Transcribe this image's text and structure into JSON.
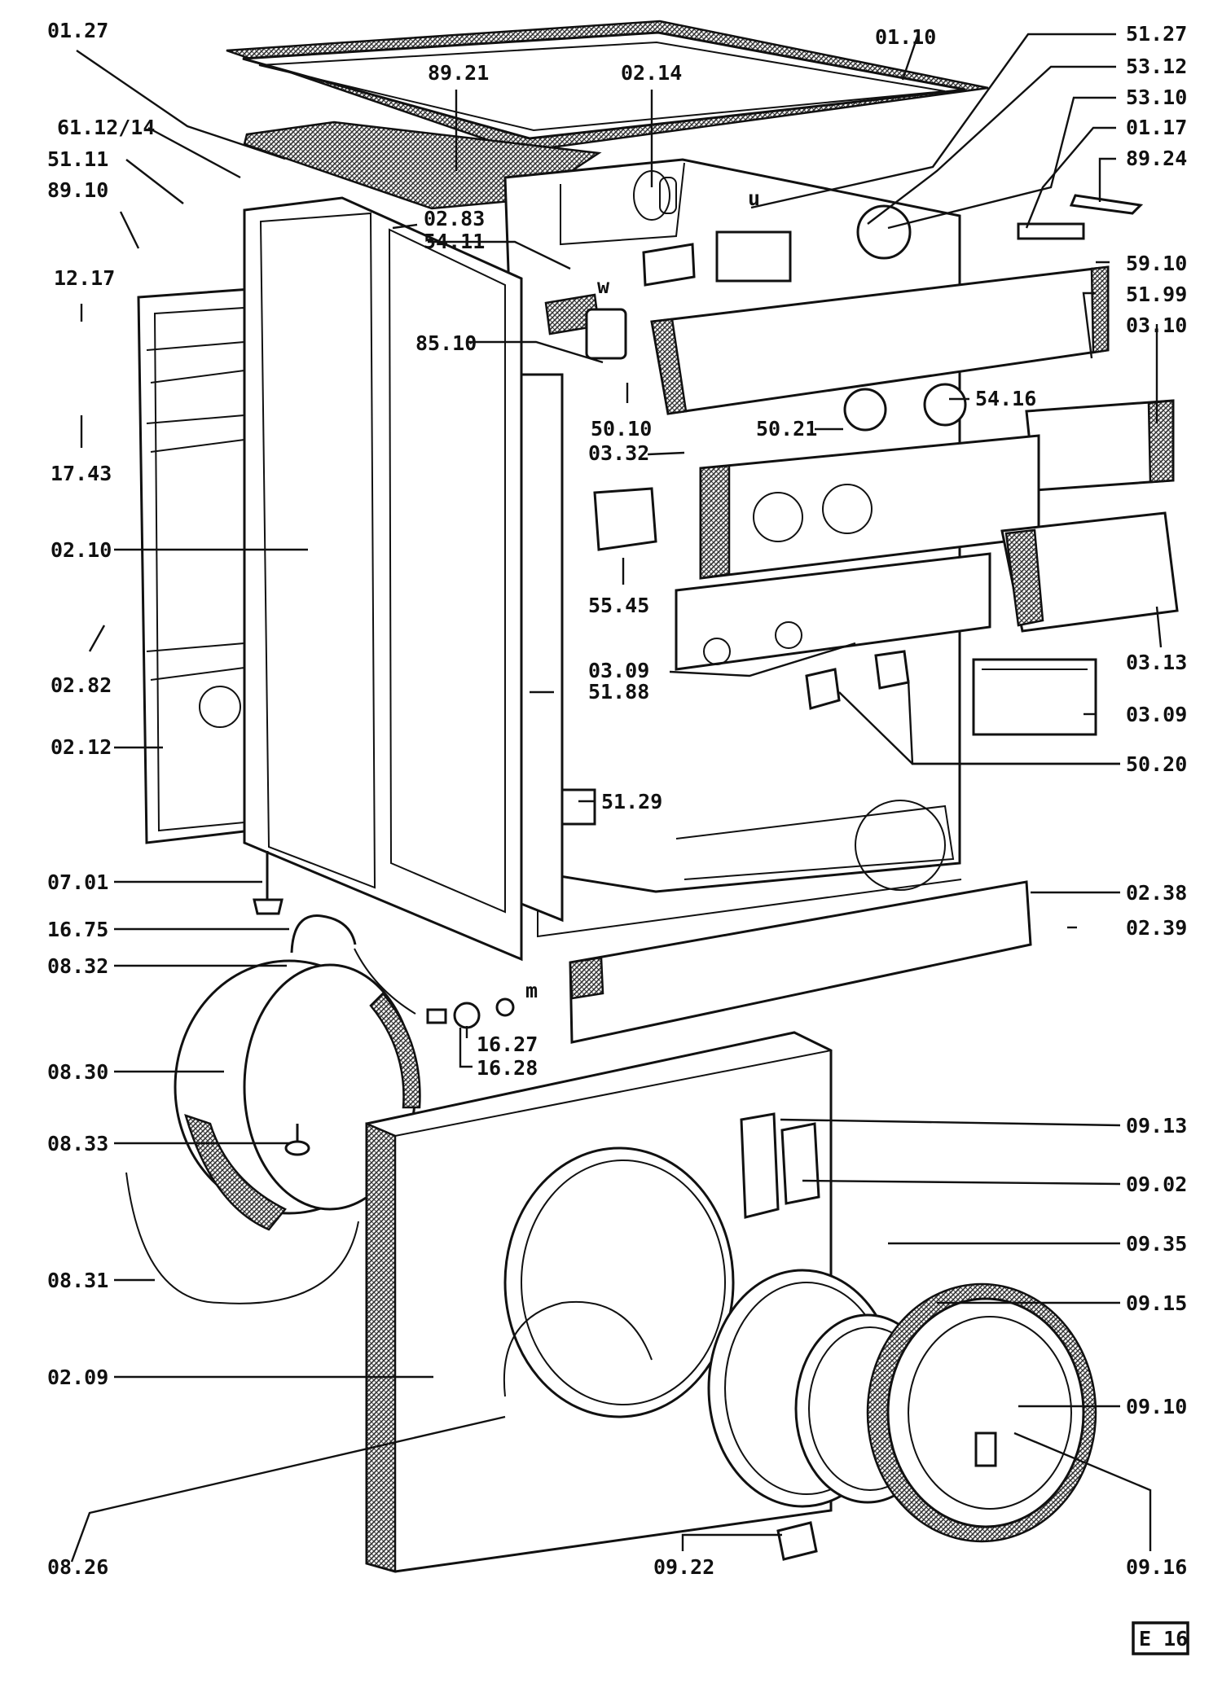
{
  "callouts": [
    {
      "id": "01.27"
    },
    {
      "id": "01.10"
    },
    {
      "id": "89.21"
    },
    {
      "id": "02.14"
    },
    {
      "id": "51.27"
    },
    {
      "id": "53.12"
    },
    {
      "id": "53.10"
    },
    {
      "id": "01.17"
    },
    {
      "id": "89.24"
    },
    {
      "id": "61.12/14"
    },
    {
      "id": "51.11"
    },
    {
      "id": "89.10"
    },
    {
      "id": "02.83"
    },
    {
      "id": "54.11"
    },
    {
      "id": "12.17"
    },
    {
      "id": "59.10"
    },
    {
      "id": "51.99"
    },
    {
      "id": "03.10"
    },
    {
      "id": "85.10"
    },
    {
      "id": "54.16"
    },
    {
      "id": "50.10"
    },
    {
      "id": "50.21"
    },
    {
      "id": "17.43"
    },
    {
      "id": "03.32"
    },
    {
      "id": "02.10"
    },
    {
      "id": "55.45"
    },
    {
      "id": "03.13"
    },
    {
      "id": "02.82"
    },
    {
      "id": "03.09"
    },
    {
      "id": "51.88"
    },
    {
      "id": "03.09"
    },
    {
      "id": "02.12"
    },
    {
      "id": "50.20"
    },
    {
      "id": "51.29"
    },
    {
      "id": "07.01"
    },
    {
      "id": "02.38"
    },
    {
      "id": "16.75"
    },
    {
      "id": "02.39"
    },
    {
      "id": "08.32"
    },
    {
      "id": "16.27"
    },
    {
      "id": "16.28"
    },
    {
      "id": "08.30"
    },
    {
      "id": "09.13"
    },
    {
      "id": "08.33"
    },
    {
      "id": "09.02"
    },
    {
      "id": "09.35"
    },
    {
      "id": "09.15"
    },
    {
      "id": "08.31"
    },
    {
      "id": "02.09"
    },
    {
      "id": "09.10"
    },
    {
      "id": "08.26"
    },
    {
      "id": "09.22"
    },
    {
      "id": "09.16"
    }
  ],
  "markers": {
    "u": "u",
    "w": "w",
    "m": "m"
  },
  "page_code": "E 16"
}
